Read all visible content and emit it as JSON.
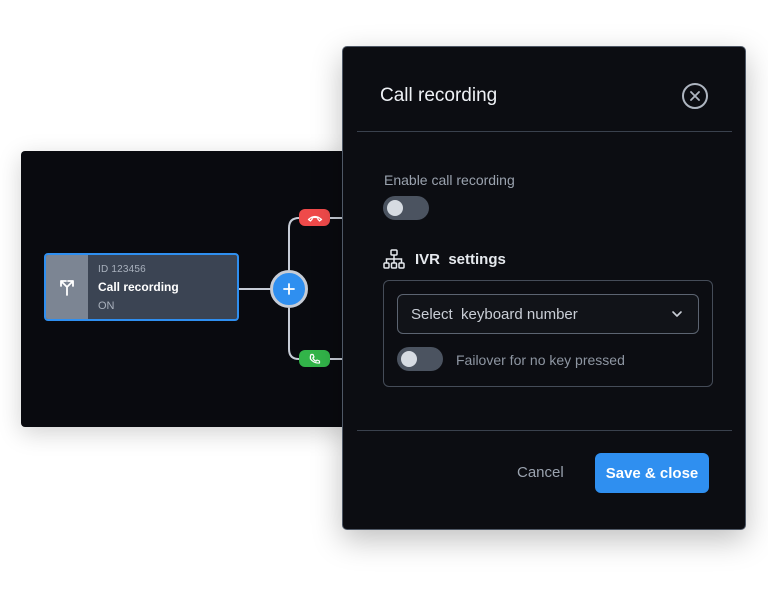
{
  "flow": {
    "node": {
      "id_text": "ID 123456",
      "title": "Call recording",
      "status": "ON",
      "icon": "split-arrow-icon"
    },
    "add_button_icon": "plus-icon",
    "branches": {
      "reject_icon": "phone-hangup-icon",
      "accept_icon": "phone-icon"
    }
  },
  "modal": {
    "title": "Call recording",
    "close_icon": "close-circle-icon",
    "enable_recording": {
      "label": "Enable call recording",
      "enabled": false
    },
    "ivr": {
      "heading": "IVR  settings",
      "icon": "sitemap-icon",
      "select_value": "Select  keyboard number",
      "failover_label": "Failover for no key pressed",
      "failover_enabled": false
    },
    "cancel_label": "Cancel",
    "save_label": "Save & close"
  },
  "colors": {
    "accent": "#2f8ff0",
    "reject": "#ef4a4a",
    "accept": "#32b449",
    "modal_background": "#0c0d12",
    "canvas_background": "#090a0f"
  }
}
